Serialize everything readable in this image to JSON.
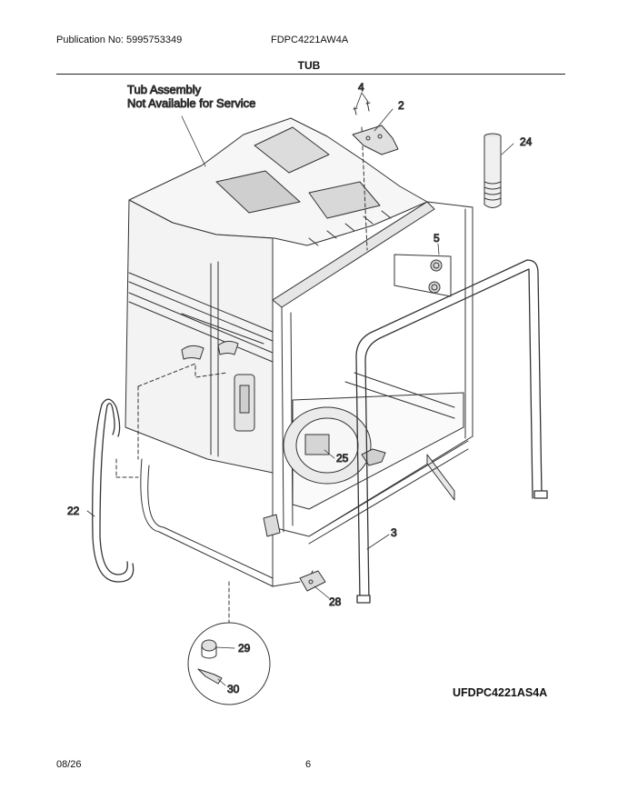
{
  "header": {
    "publication": "Publication No: 5995753349",
    "model": "FDPC4221AW4A",
    "title": "TUB"
  },
  "diagram": {
    "note_line1": "Tub Assembly",
    "note_line2": "Not Available for Service",
    "callouts": [
      "4",
      "2",
      "24",
      "5",
      "25",
      "22",
      "3",
      "28",
      "29",
      "30"
    ],
    "drawing_code": "UFDPC4221AS4A"
  },
  "footer": {
    "date": "08/26",
    "page": "6"
  }
}
